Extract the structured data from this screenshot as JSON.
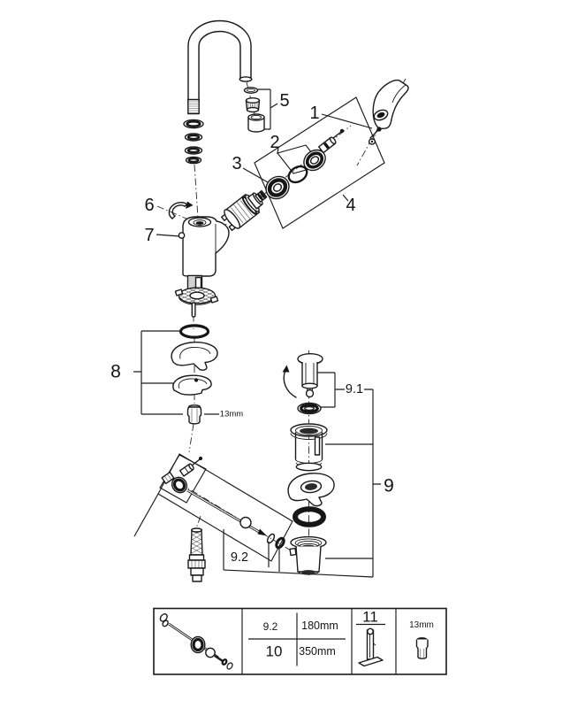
{
  "diagram": {
    "part_labels": {
      "p1": "1",
      "p2": "2",
      "p3": "3",
      "p4": "4",
      "p5": "5",
      "p6": "6",
      "p7": "7",
      "p8": "8",
      "p9": "9",
      "p9_1": "9.1",
      "p9_2": "9.2"
    },
    "annotations": {
      "nut_size": "13mm"
    },
    "colors": {
      "line": "#1a1a1a",
      "background": "#ffffff"
    }
  },
  "table": {
    "lengths": [
      {
        "part": "9.2",
        "length": "180mm"
      },
      {
        "part": "10",
        "length": "350mm"
      }
    ],
    "tool_label": "11",
    "key_size": "13mm"
  }
}
